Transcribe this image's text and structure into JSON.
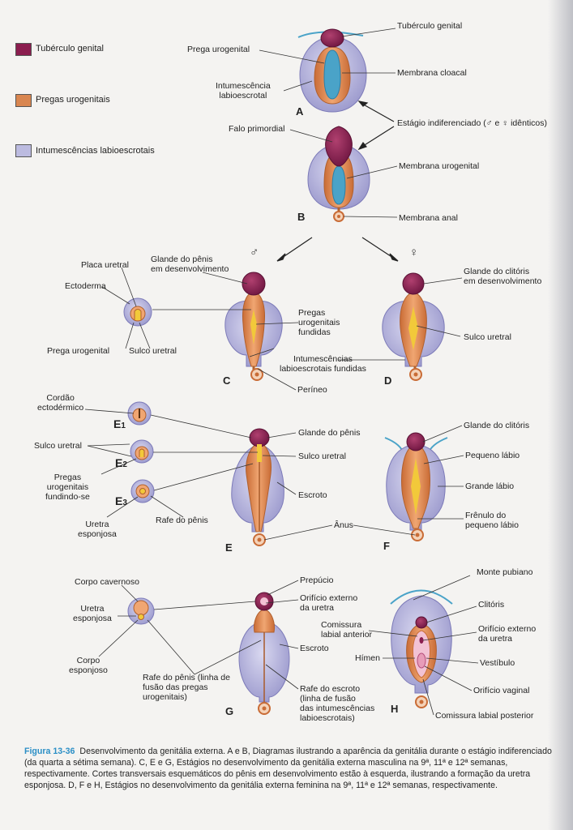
{
  "colors": {
    "tuberculo": "#8b1d4f",
    "pregas": "#d98650",
    "intumescencias": "#bcbbe0",
    "lumen": "#4aa3c8",
    "uretral": "#f2c93a",
    "accent": "#2b8fc6"
  },
  "legend": {
    "tuberculo": "Tubérculo genital",
    "pregas": "Pregas urogenitais",
    "intumescencias": "Intumescências labioescrotais"
  },
  "symbols": {
    "male": "♂",
    "female": "♀"
  },
  "panels": {
    "a": "A",
    "b": "B",
    "c": "C",
    "d": "D",
    "e": "E",
    "f": "F",
    "g": "G",
    "h": "H"
  },
  "sections": {
    "e1": "E",
    "e2": "E",
    "e3": "E",
    "n1": "1",
    "n2": "2",
    "n3": "3"
  },
  "labels": {
    "tuberculo_genital": "Tubérculo genital",
    "prega_urogenital": "Prega urogenital",
    "membrana_cloacal": "Membrana cloacal",
    "intumescencia_labioescrotal": "Intumescência\nlabioescrotal",
    "estagio_indiferenciado": "Estágio indiferenciado (♂ e ♀ idênticos)",
    "falo_primordial": "Falo primordial",
    "membrana_urogenital": "Membrana urogenital",
    "membrana_anal": "Membrana anal",
    "placa_uretral": "Placa uretral",
    "ectoderma": "Ectoderma",
    "prega_urogenital_c": "Prega urogenital",
    "sulco_uretral_c": "Sulco uretral",
    "glande_penis_desenv": "Glande do pênis\nem desenvolvimento",
    "pregas_urogenitais_fundidas": "Pregas\nurogenitais\nfundidas",
    "intumescencias_fundidas": "Intumescências\nlabioescrotais fundidas",
    "perineo": "Períneo",
    "glande_clitoris_desenv": "Glande do clitóris\nem desenvolvimento",
    "sulco_uretral_d": "Sulco uretral",
    "cordao_ectodermico": "Cordão\nectodérmico",
    "sulco_uretral_e": "Sulco uretral",
    "pregas_fundindo": "Pregas\nurogenitais\nfundindo-se",
    "uretra_esponjosa_e": "Uretra\nesponjosa",
    "rafe_penis_e": "Rafe do pênis",
    "glande_penis": "Glande do pênis",
    "sulco_uretral_e2": "Sulco uretral",
    "escroto_e": "Escroto",
    "anus": "Ânus",
    "glande_clitoris": "Glande do clitóris",
    "pequeno_labio": "Pequeno lábio",
    "grande_labio": "Grande lábio",
    "frenulo": "Frênulo do\npequeno lábio",
    "corpo_cavernoso": "Corpo cavernoso",
    "uretra_esponjosa_g": "Uretra\nesponjosa",
    "corpo_esponjoso": "Corpo\nesponjoso",
    "rafe_penis_g": "Rafe do pênis (linha de\nfusão das pregas\nurogenitais)",
    "prepucio": "Prepúcio",
    "orificio_uretra_g": "Orifício externo\nda uretra",
    "escroto_g": "Escroto",
    "rafe_escroto": "Rafe do escroto\n(linha de fusão\ndas intumescências\nlabioescrotais)",
    "monte_pubiano": "Monte pubiano",
    "clitoris": "Clitóris",
    "comissura_anterior": "Comissura\nlabial anterior",
    "orificio_uretra_h": "Orifício externo\nda uretra",
    "himen": "Hímen",
    "vestibulo": "Vestíbulo",
    "orificio_vaginal": "Orifício vaginal",
    "comissura_posterior": "Comissura labial posterior"
  },
  "caption": {
    "label": "Figura 13-36",
    "text": "Desenvolvimento da genitália externa. A e B, Diagramas ilustrando a aparência da genitália durante o estágio indiferenciado (da quarta a sétima semana). C, E e G, Estágios no desenvolvimento da genitália externa masculina na 9ª, 11ª e 12ª semanas, respectivamente. Cortes transversais esquemáticos do pênis em desenvolvimento estão à esquerda, ilustrando a formação da uretra esponjosa. D, F e H, Estágios no desenvolvimento da genitália externa feminina na 9ª, 11ª e 12ª semanas, respectivamente."
  }
}
